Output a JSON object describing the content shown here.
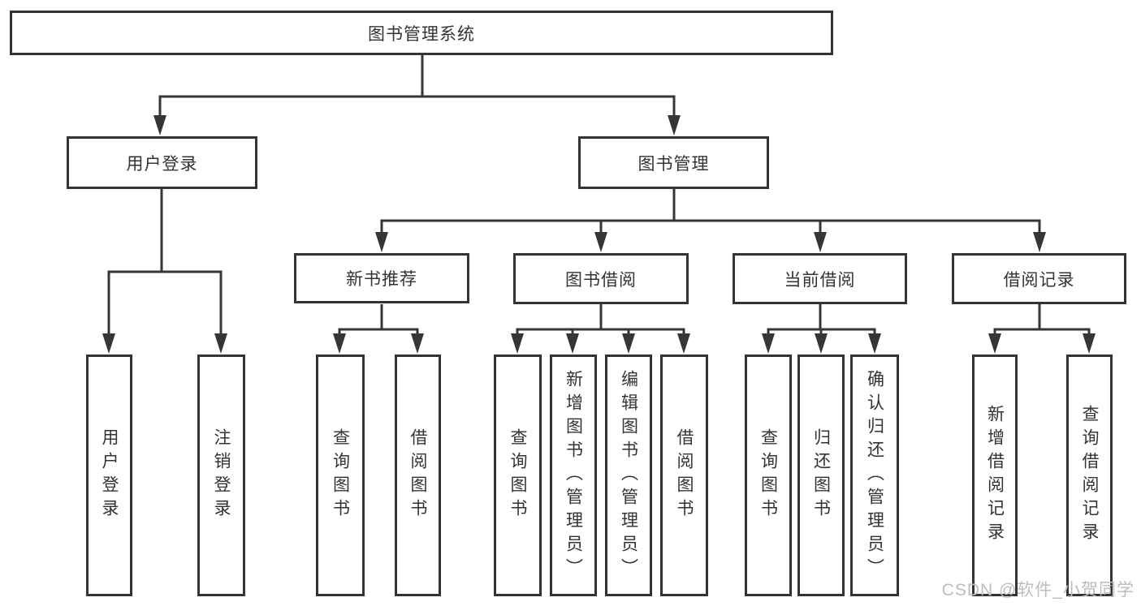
{
  "colors": {
    "line": "#363636",
    "box_border": "#343434",
    "text": "#333333",
    "watermark": "#bdbdbd",
    "background": "#ffffff"
  },
  "tree": {
    "root": "图书管理系统",
    "branches": [
      {
        "label": "用户登录",
        "children": [
          "用户登录",
          "注销登录"
        ]
      },
      {
        "label": "图书管理",
        "sections": [
          {
            "label": "新书推荐",
            "children": [
              "查询图书",
              "借阅图书"
            ]
          },
          {
            "label": "图书借阅",
            "children": [
              "查询图书",
              "新增图书（管理员）",
              "编辑图书（管理员）",
              "借阅图书"
            ]
          },
          {
            "label": "当前借阅",
            "children": [
              "查询图书",
              "归还图书",
              "确认归还（管理员）"
            ]
          },
          {
            "label": "借阅记录",
            "children": [
              "新增借阅记录",
              "查询借阅记录"
            ]
          }
        ]
      }
    ]
  },
  "watermark": "CSDN @软件_小贺同学"
}
